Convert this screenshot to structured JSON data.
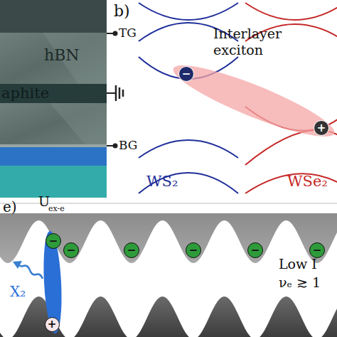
{
  "diagram": {
    "nodes": [
      {
        "text": [
          "−"
        ]
      },
      {
        "text": [
          "+"
        ]
      },
      {
        "text": [
          "−"
        ]
      },
      {
        "text": [
          "+"
        ]
      },
      {
        "text": [
          "−"
        ]
      },
      {
        "text": [
          "−"
        ]
      },
      {
        "text": [
          "−"
        ]
      },
      {
        "text": [
          "−"
        ]
      },
      {
        "text": [
          "−"
        ]
      }
    ],
    "labels": [
      "TG",
      "hBN",
      "aphite",
      "BG",
      "b)",
      "Interlayer exciton",
      "WS₂",
      "WSe₂",
      "e)",
      "U",
      "ex-e",
      "X₂",
      "Low I",
      "νₑ ≳ 1"
    ]
  }
}
